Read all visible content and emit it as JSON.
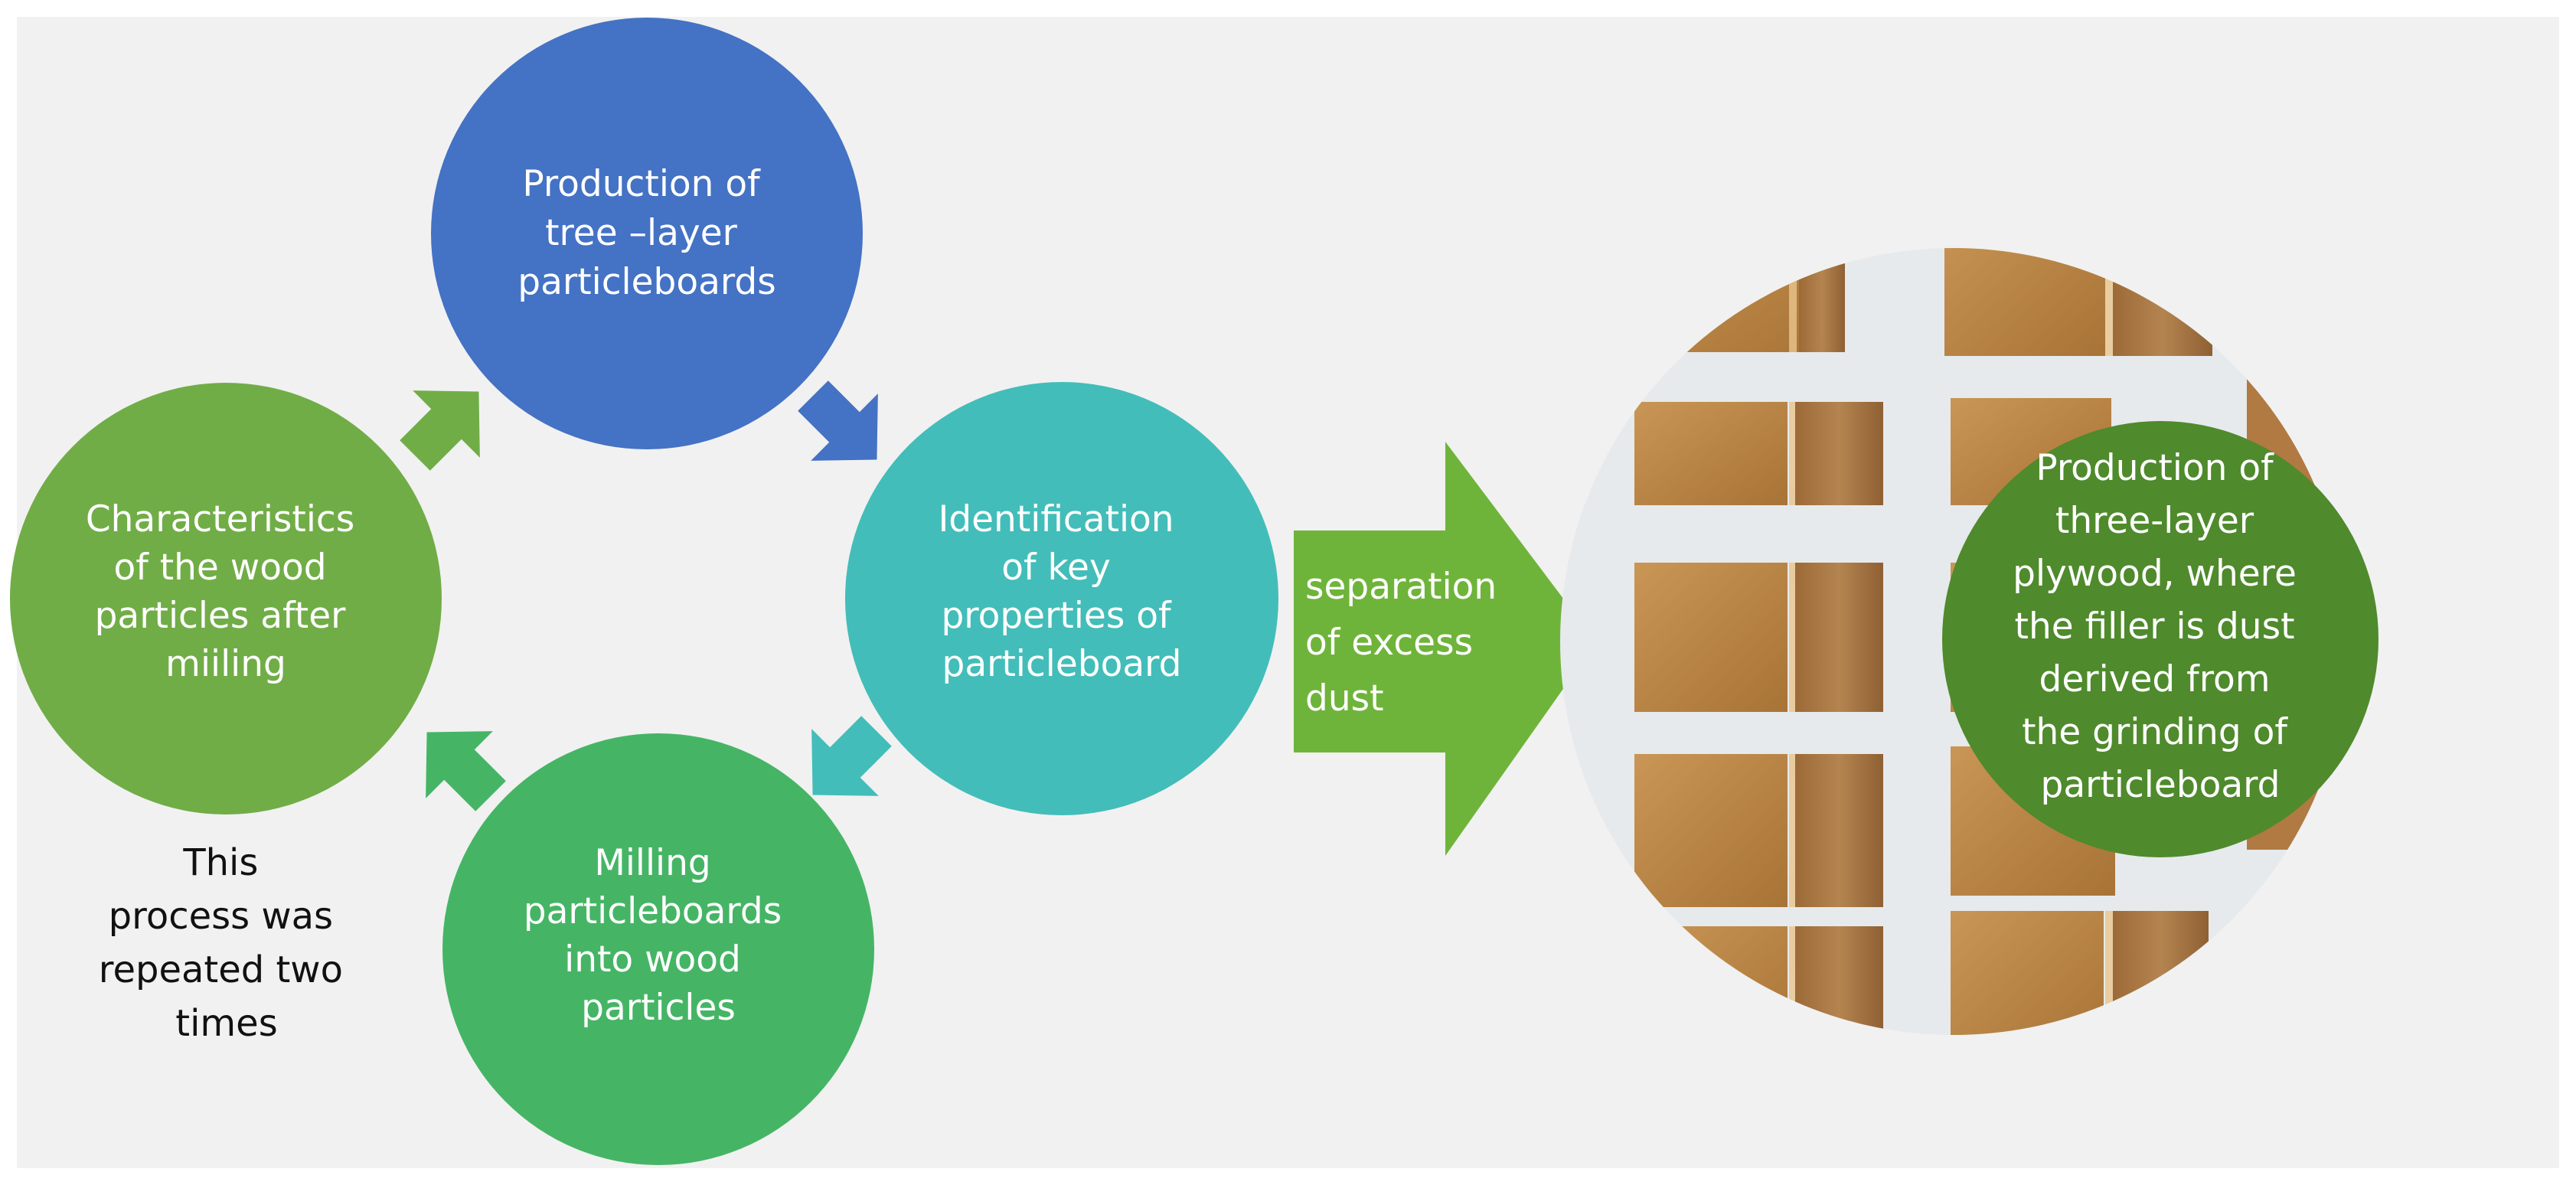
{
  "colors": {
    "background": "#f1f1f1",
    "blue": "#4472c4",
    "teal": "#43bdb9",
    "green": "#45b565",
    "olive_green": "#71ad47",
    "bright_green": "#6fb43a",
    "dark_green": "#4f8a2c",
    "wood": "#b98546"
  },
  "cycle": {
    "nodes": [
      {
        "label_lines": [
          "Production of",
          "tree –layer",
          "particleboards"
        ]
      },
      {
        "label_lines": [
          "Identification",
          "of key",
          "properties of",
          "particleboard"
        ]
      },
      {
        "label_lines": [
          "Milling",
          "particleboards",
          "into wood",
          "particles"
        ]
      },
      {
        "label_lines": [
          "Characteristics",
          "of the wood",
          "particles after",
          "miiling"
        ]
      }
    ],
    "note_lines": [
      "This",
      "process was",
      "repeated two",
      "times"
    ]
  },
  "process_arrow": {
    "label_lines": [
      "separation",
      "of excess",
      "dust"
    ]
  },
  "result": {
    "label_lines": [
      "Production of",
      "three-layer",
      "plywood, where",
      "the filler is dust",
      "derived from",
      "the grinding of",
      "particleboard"
    ]
  }
}
